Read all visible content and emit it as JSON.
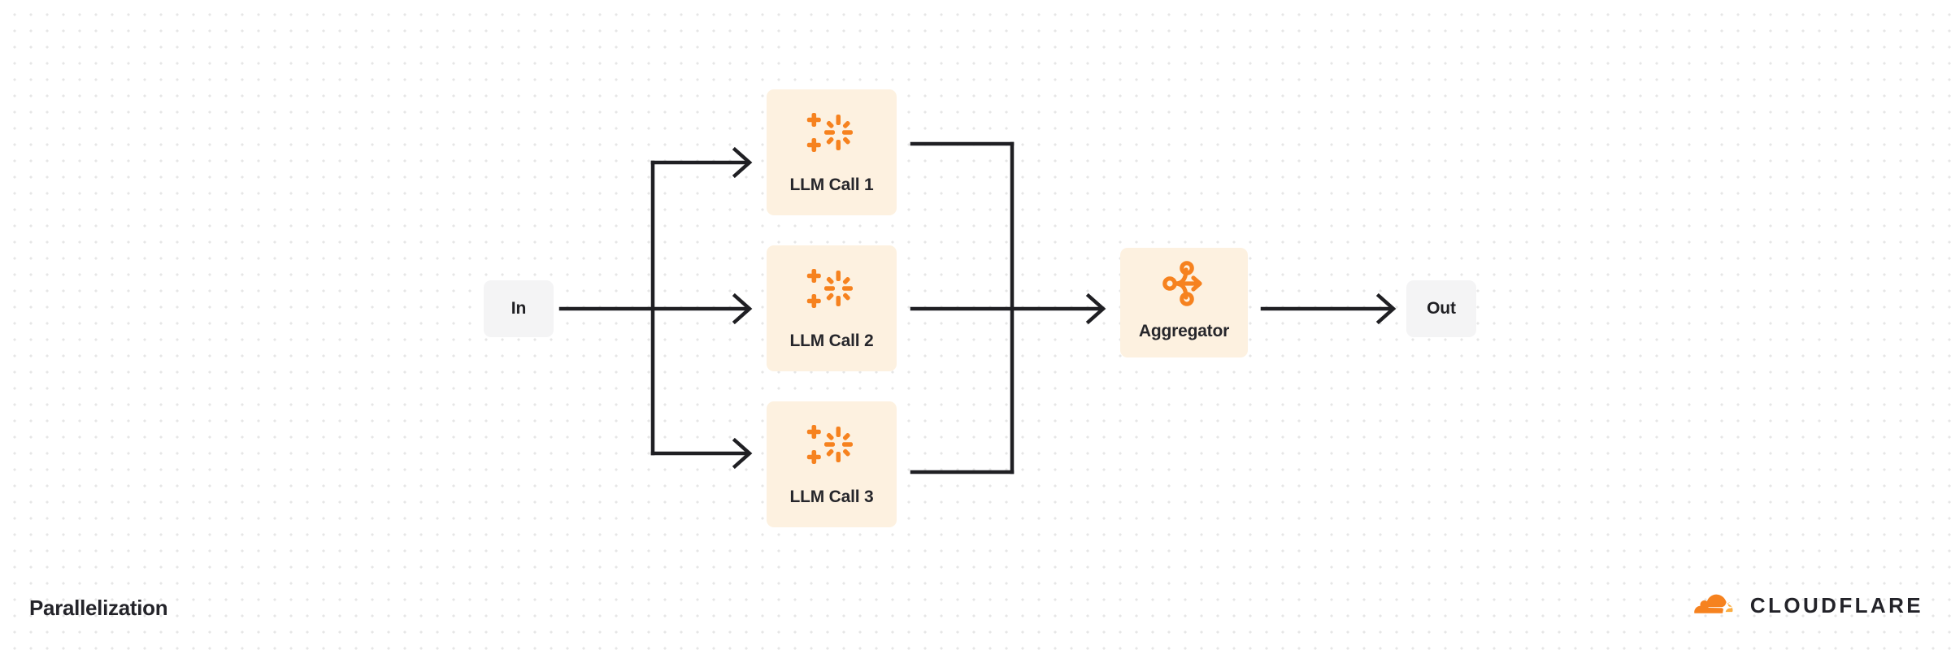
{
  "page": {
    "title": "Parallelization",
    "background": "#ffffff",
    "dot_grid_color": "#e6e6e6"
  },
  "theme": {
    "accent_orange": "#f6821f",
    "node_llm_fill": "#fdf1e0",
    "node_io_fill": "#f4f4f5",
    "connector_color": "#1f1f23",
    "text_color": "#24242a"
  },
  "diagram": {
    "type": "flow-diagram",
    "pattern_name": "Parallelization",
    "input_node": {
      "label": "In",
      "icon": "none"
    },
    "output_node": {
      "label": "Out",
      "icon": "none"
    },
    "parallel_nodes": [
      {
        "label": "LLM Call 1",
        "icon": "ai-sparkle-icon"
      },
      {
        "label": "LLM Call 2",
        "icon": "ai-sparkle-icon"
      },
      {
        "label": "LLM Call 3",
        "icon": "ai-sparkle-icon"
      }
    ],
    "aggregator_node": {
      "label": "Aggregator",
      "icon": "merge-arrow-icon"
    },
    "edges": [
      {
        "from": "In",
        "to": "LLM Call 1",
        "style": "orthogonal-arrow"
      },
      {
        "from": "In",
        "to": "LLM Call 2",
        "style": "straight-arrow"
      },
      {
        "from": "In",
        "to": "LLM Call 3",
        "style": "orthogonal-arrow"
      },
      {
        "from": "LLM Call 1",
        "to": "Aggregator",
        "style": "orthogonal-merge"
      },
      {
        "from": "LLM Call 2",
        "to": "Aggregator",
        "style": "straight-arrow"
      },
      {
        "from": "LLM Call 3",
        "to": "Aggregator",
        "style": "orthogonal-merge"
      },
      {
        "from": "Aggregator",
        "to": "Out",
        "style": "straight-arrow"
      }
    ]
  },
  "brand": {
    "name": "CLOUDFLARE",
    "logo_icon": "cloudflare-cloud-icon",
    "cloud_primary": "#f6821f",
    "cloud_secondary": "#fbad41"
  }
}
